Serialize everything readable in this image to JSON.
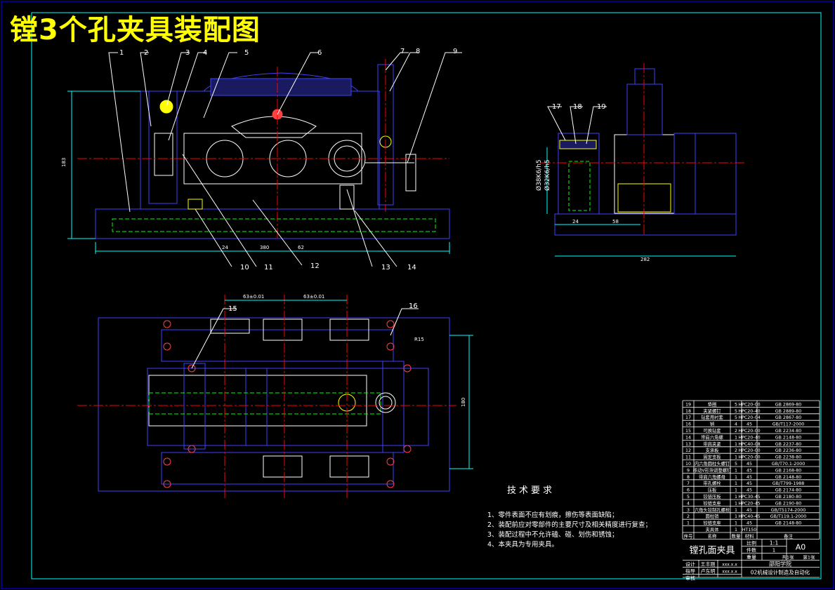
{
  "title": "镗3个孔夹具装配图",
  "callouts_front": [
    "1",
    "2",
    "3",
    "4",
    "5",
    "6",
    "7",
    "8",
    "9",
    "10",
    "11",
    "12",
    "13",
    "14"
  ],
  "callouts_side": [
    "17",
    "18",
    "19"
  ],
  "callouts_top": [
    "15",
    "16"
  ],
  "dims_front": {
    "height": "183",
    "d1": "24",
    "d2": "380",
    "d3": "62"
  },
  "dims_side": {
    "fit1": "Ø38K6/h5",
    "fit2": "Ø32K6/h5",
    "d1": "24",
    "d2": "58",
    "width": "282"
  },
  "dims_top": {
    "c1": "63±0.01",
    "c2": "63±0.01",
    "r": "R15",
    "w": "180"
  },
  "tech_req": {
    "heading": "技术要求",
    "items": [
      "1、零件表面不应有划痕，擦伤等表面缺陷；",
      "2、装配前应对零部件的主要尺寸及相关精度进行复查；",
      "3、装配过程中不允许磕、碰、划伤和锈蚀；",
      "4、本夹具为专用夹具。"
    ]
  },
  "bom": [
    {
      "no": "19",
      "name": "垫圈",
      "qty": "5",
      "mat": "HPC20-00",
      "std": "GB 2869-80"
    },
    {
      "no": "18",
      "name": "夹紧螺钉",
      "qty": "5",
      "mat": "HPC20-40",
      "std": "GB 2889-80"
    },
    {
      "no": "17",
      "name": "钻套用衬套",
      "qty": "5",
      "mat": "HPC20-04",
      "std": "GB 2867-80"
    },
    {
      "no": "16",
      "name": "销",
      "qty": "4",
      "mat": "45",
      "std": "GB/T117-2000"
    },
    {
      "no": "15",
      "name": "可换钻套",
      "qty": "2",
      "mat": "HPC20-00",
      "std": "GB 2234-80"
    },
    {
      "no": "14",
      "name": "带肩六角螺",
      "qty": "1",
      "mat": "HPC20-40",
      "std": "GB 2148-80"
    },
    {
      "no": "13",
      "name": "带肩夹紧",
      "qty": "1",
      "mat": "HPC40-08",
      "std": "GB 2237-80"
    },
    {
      "no": "12",
      "name": "支承板",
      "qty": "2",
      "mat": "HPC20-00",
      "std": "GB 2236-80"
    },
    {
      "no": "11",
      "name": "固定支板",
      "qty": "1",
      "mat": "HPC20-00",
      "std": "GB 2238-80"
    },
    {
      "no": "10",
      "name": "内六角圆柱头螺钉",
      "qty": "5",
      "mat": "45",
      "std": "GB/T70.1-2000"
    },
    {
      "no": "9",
      "name": "移动V形块调整螺钉",
      "qty": "1",
      "mat": "45",
      "std": "GB 2168-80"
    },
    {
      "no": "8",
      "name": "带肩六角螺母",
      "qty": "1",
      "mat": "45",
      "std": "GB 2148-80"
    },
    {
      "no": "7",
      "name": "带孔螺栓",
      "qty": "1",
      "mat": "45",
      "std": "GB/T799-1988"
    },
    {
      "no": "6",
      "name": "压板",
      "qty": "1",
      "mat": "45",
      "std": "GB 2174-80"
    },
    {
      "no": "5",
      "name": "铰链压板",
      "qty": "1",
      "mat": "HPC30-45",
      "std": "GB 2180-80"
    },
    {
      "no": "4",
      "name": "铰链支座",
      "qty": "1",
      "mat": "HPC20-45",
      "std": "GB 2190-80"
    },
    {
      "no": "3",
      "name": "六角头铰制孔螺栓",
      "qty": "1",
      "mat": "45",
      "std": "GB/T5174-2000"
    },
    {
      "no": "2",
      "name": "圆柱销",
      "qty": "1",
      "mat": "HPC40-45",
      "std": "GB/T119.1-2000"
    },
    {
      "no": "1",
      "name": "铰链支座",
      "qty": "1",
      "mat": "45",
      "std": "GB 2148-80"
    },
    {
      "no": "",
      "name": "夹具体",
      "qty": "1",
      "mat": "HT150",
      "std": ""
    }
  ],
  "bom_header": {
    "no": "序号",
    "name": "名称",
    "qty": "数量",
    "mat": "材料",
    "std": "备注"
  },
  "title_block": {
    "name": "镗孔面夹具",
    "scale_label": "比例",
    "scale": "1:1",
    "count_label": "件数",
    "count": "1",
    "sheet": "A0",
    "weight_label": "重量",
    "sheets": "共1张",
    "sheet_no": "第1张",
    "designer_label": "设计",
    "designer": "王丰刚",
    "designer_date": "xxx.x.x",
    "check_label": "指导",
    "checker": "卢东明",
    "checker_date": "xxx.x.x",
    "review_label": "审核",
    "school": "邵阳学院",
    "major": "02机械设计制造及自动化"
  }
}
